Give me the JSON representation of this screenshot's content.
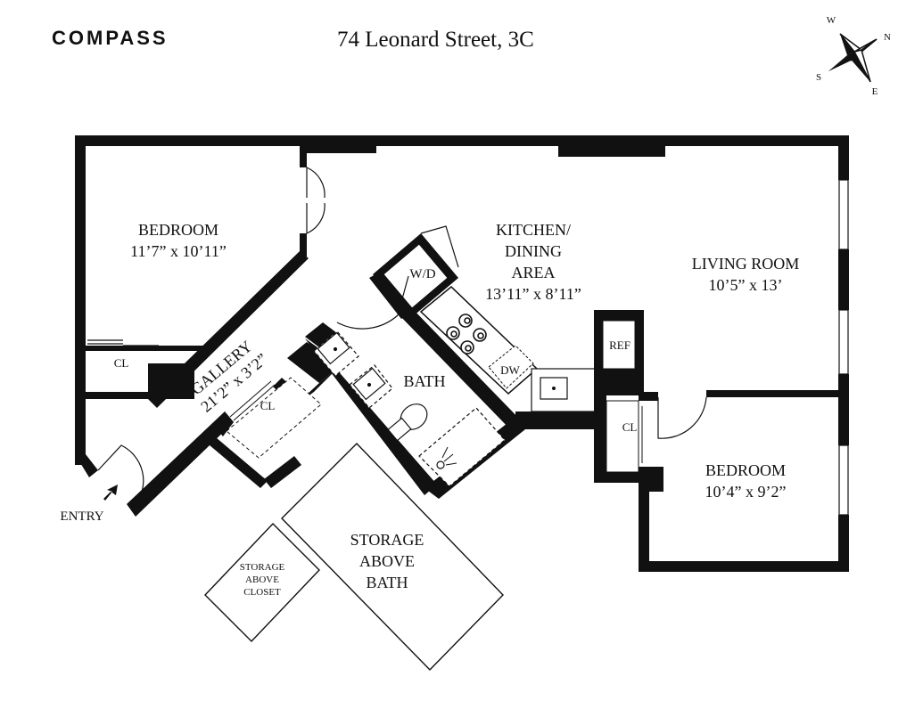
{
  "brand": {
    "name": "COMPASS"
  },
  "header": {
    "address": "74 Leonard Street, 3C"
  },
  "compass_rose": {
    "w": "W",
    "n": "N",
    "s": "S",
    "e": "E"
  },
  "rooms": {
    "bedroom_1": {
      "name": "BEDROOM",
      "size": "11’7” x 10’11”"
    },
    "kitchen": {
      "line1": "KITCHEN/",
      "line2": "DINING",
      "line3": "AREA",
      "size": "13’11” x 8’11”"
    },
    "living_room": {
      "name": "LIVING ROOM",
      "size": "10’5” x 13’"
    },
    "gallery": {
      "name": "GALLERY",
      "size": "21’2” x 3’2”"
    },
    "bath": {
      "name": "BATH"
    },
    "bedroom_2": {
      "name": "BEDROOM",
      "size": "10’4” x 9’2”"
    },
    "storage_bath": {
      "line1": "STORAGE",
      "line2": "ABOVE",
      "line3": "BATH"
    },
    "storage_closet": {
      "line1": "STORAGE",
      "line2": "ABOVE",
      "line3": "CLOSET"
    }
  },
  "fixtures": {
    "closet": "CL",
    "washer_dryer": "W/D",
    "dishwasher": "DW",
    "refrigerator": "REF"
  },
  "entry": {
    "label": "ENTRY"
  }
}
